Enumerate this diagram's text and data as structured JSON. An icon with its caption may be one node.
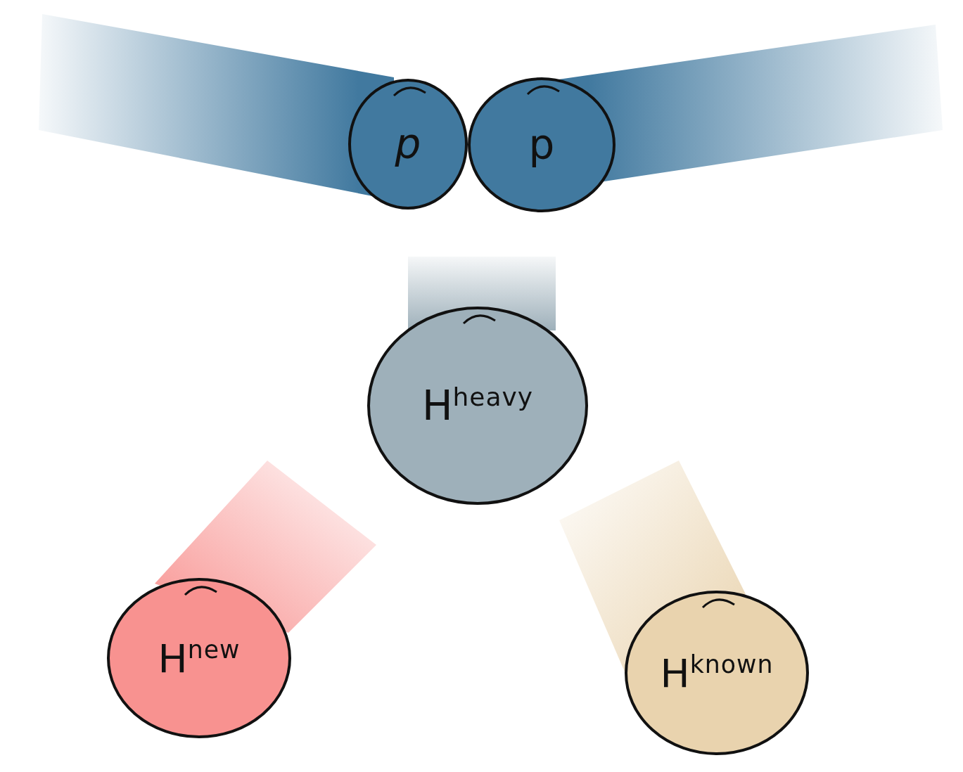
{
  "diagram": {
    "nodes": [
      {
        "text": [
          "*p*"
        ]
      },
      {
        "text": [
          "p"
        ]
      },
      {
        "text": [
          "H$^{heavy}$"
        ]
      },
      {
        "text": [
          "H$^{new}$"
        ]
      },
      {
        "text": [
          "H$^{known}$"
        ]
      }
    ]
  }
}
